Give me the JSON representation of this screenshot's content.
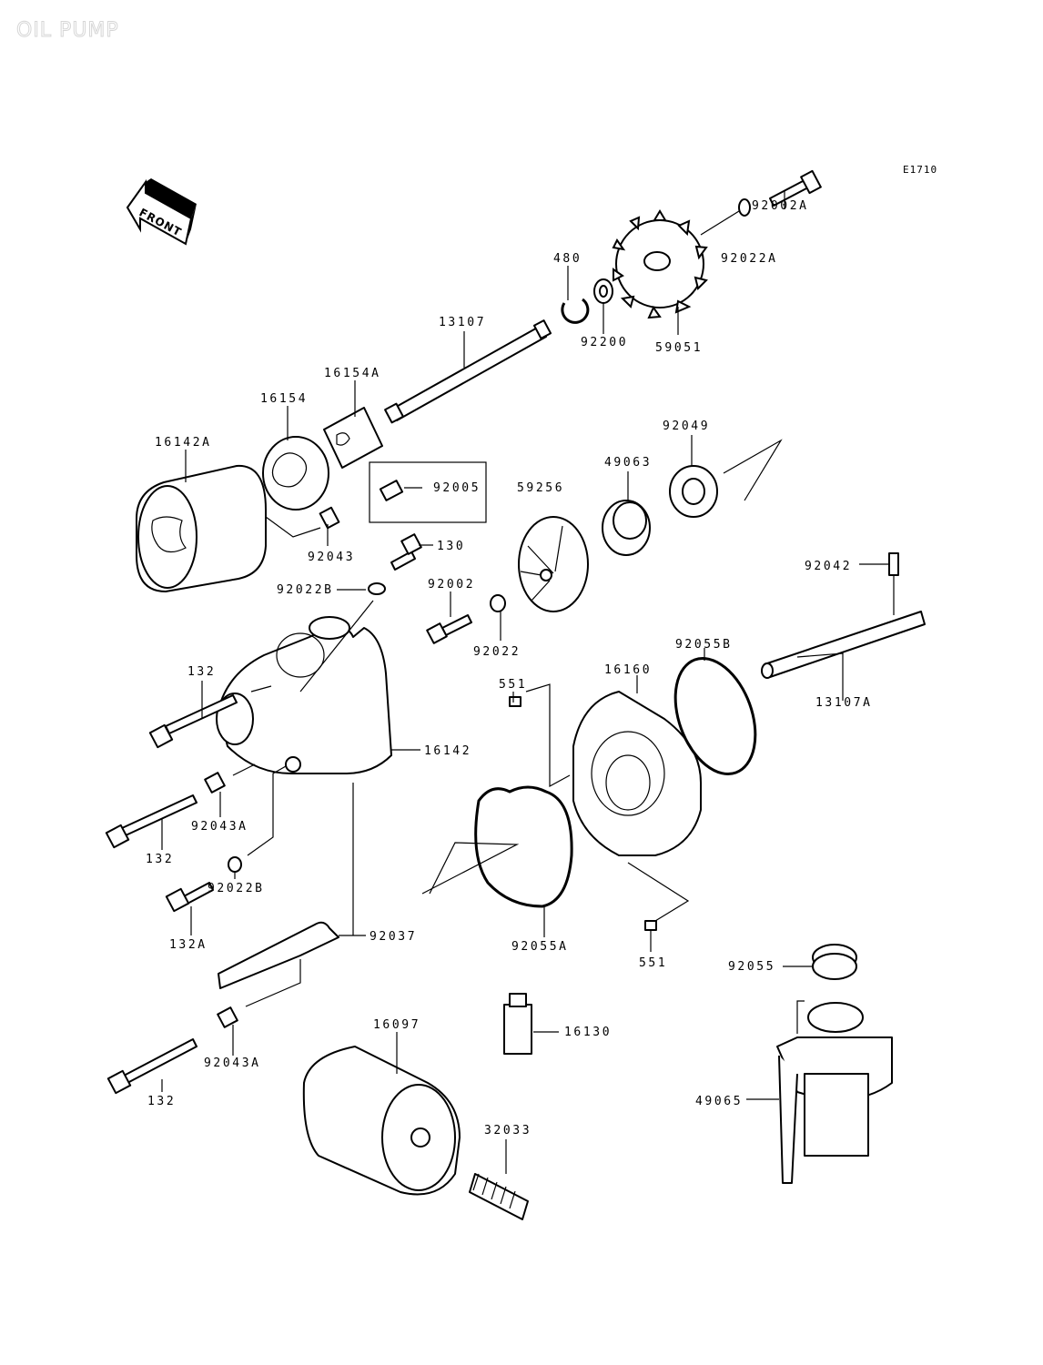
{
  "diagram": {
    "watermark": "OIL PUMP",
    "code": "E1710",
    "front_label": "FRONT"
  },
  "parts": [
    {
      "id": "p-92002A",
      "label": "92002A",
      "name": "bolt"
    },
    {
      "id": "p-92022A",
      "label": "92022A",
      "name": "washer"
    },
    {
      "id": "p-480",
      "label": "480",
      "name": "circlip"
    },
    {
      "id": "p-92200",
      "label": "92200",
      "name": "washer"
    },
    {
      "id": "p-59051",
      "label": "59051",
      "name": "sprocket"
    },
    {
      "id": "p-13107",
      "label": "13107",
      "name": "shaft"
    },
    {
      "id": "p-16154A",
      "label": "16154A",
      "name": "inner-rotor"
    },
    {
      "id": "p-16154",
      "label": "16154",
      "name": "outer-rotor"
    },
    {
      "id": "p-16142A",
      "label": "16142A",
      "name": "pump-housing"
    },
    {
      "id": "p-92049",
      "label": "92049",
      "name": "oil-seal"
    },
    {
      "id": "p-49063",
      "label": "49063",
      "name": "mechanical-seal"
    },
    {
      "id": "p-92005",
      "label": "92005",
      "name": "fitting"
    },
    {
      "id": "p-59256",
      "label": "59256",
      "name": "impeller"
    },
    {
      "id": "p-92043-top",
      "label": "92043",
      "name": "pin"
    },
    {
      "id": "p-130",
      "label": "130",
      "name": "bolt"
    },
    {
      "id": "p-92022B-top",
      "label": "92022B",
      "name": "washer"
    },
    {
      "id": "p-92002",
      "label": "92002",
      "name": "bolt"
    },
    {
      "id": "p-92022",
      "label": "92022",
      "name": "washer"
    },
    {
      "id": "p-92042",
      "label": "92042",
      "name": "pin"
    },
    {
      "id": "p-132-top",
      "label": "132",
      "name": "bolt"
    },
    {
      "id": "p-551-top",
      "label": "551",
      "name": "dowel-pin"
    },
    {
      "id": "p-16160",
      "label": "16160",
      "name": "cover"
    },
    {
      "id": "p-92055B",
      "label": "92055B",
      "name": "o-ring"
    },
    {
      "id": "p-13107A",
      "label": "13107A",
      "name": "shaft"
    },
    {
      "id": "p-16142",
      "label": "16142",
      "name": "water-pump-body"
    },
    {
      "id": "p-92043A-mid",
      "label": "92043A",
      "name": "pin"
    },
    {
      "id": "p-132-mid",
      "label": "132",
      "name": "bolt"
    },
    {
      "id": "p-92022B-bot",
      "label": "92022B",
      "name": "washer"
    },
    {
      "id": "p-132A",
      "label": "132A",
      "name": "bolt"
    },
    {
      "id": "p-92037",
      "label": "92037",
      "name": "bracket"
    },
    {
      "id": "p-92055A",
      "label": "92055A",
      "name": "gasket"
    },
    {
      "id": "p-551-bot",
      "label": "551",
      "name": "dowel-pin"
    },
    {
      "id": "p-92055",
      "label": "92055",
      "name": "o-ring"
    },
    {
      "id": "p-92043A-bot",
      "label": "92043A",
      "name": "pin"
    },
    {
      "id": "p-16097",
      "label": "16097",
      "name": "oil-filter"
    },
    {
      "id": "p-16130",
      "label": "16130",
      "name": "fitting"
    },
    {
      "id": "p-132-bot",
      "label": "132",
      "name": "bolt"
    },
    {
      "id": "p-32033",
      "label": "32033",
      "name": "spring"
    },
    {
      "id": "p-49065",
      "label": "49065",
      "name": "strainer"
    }
  ]
}
